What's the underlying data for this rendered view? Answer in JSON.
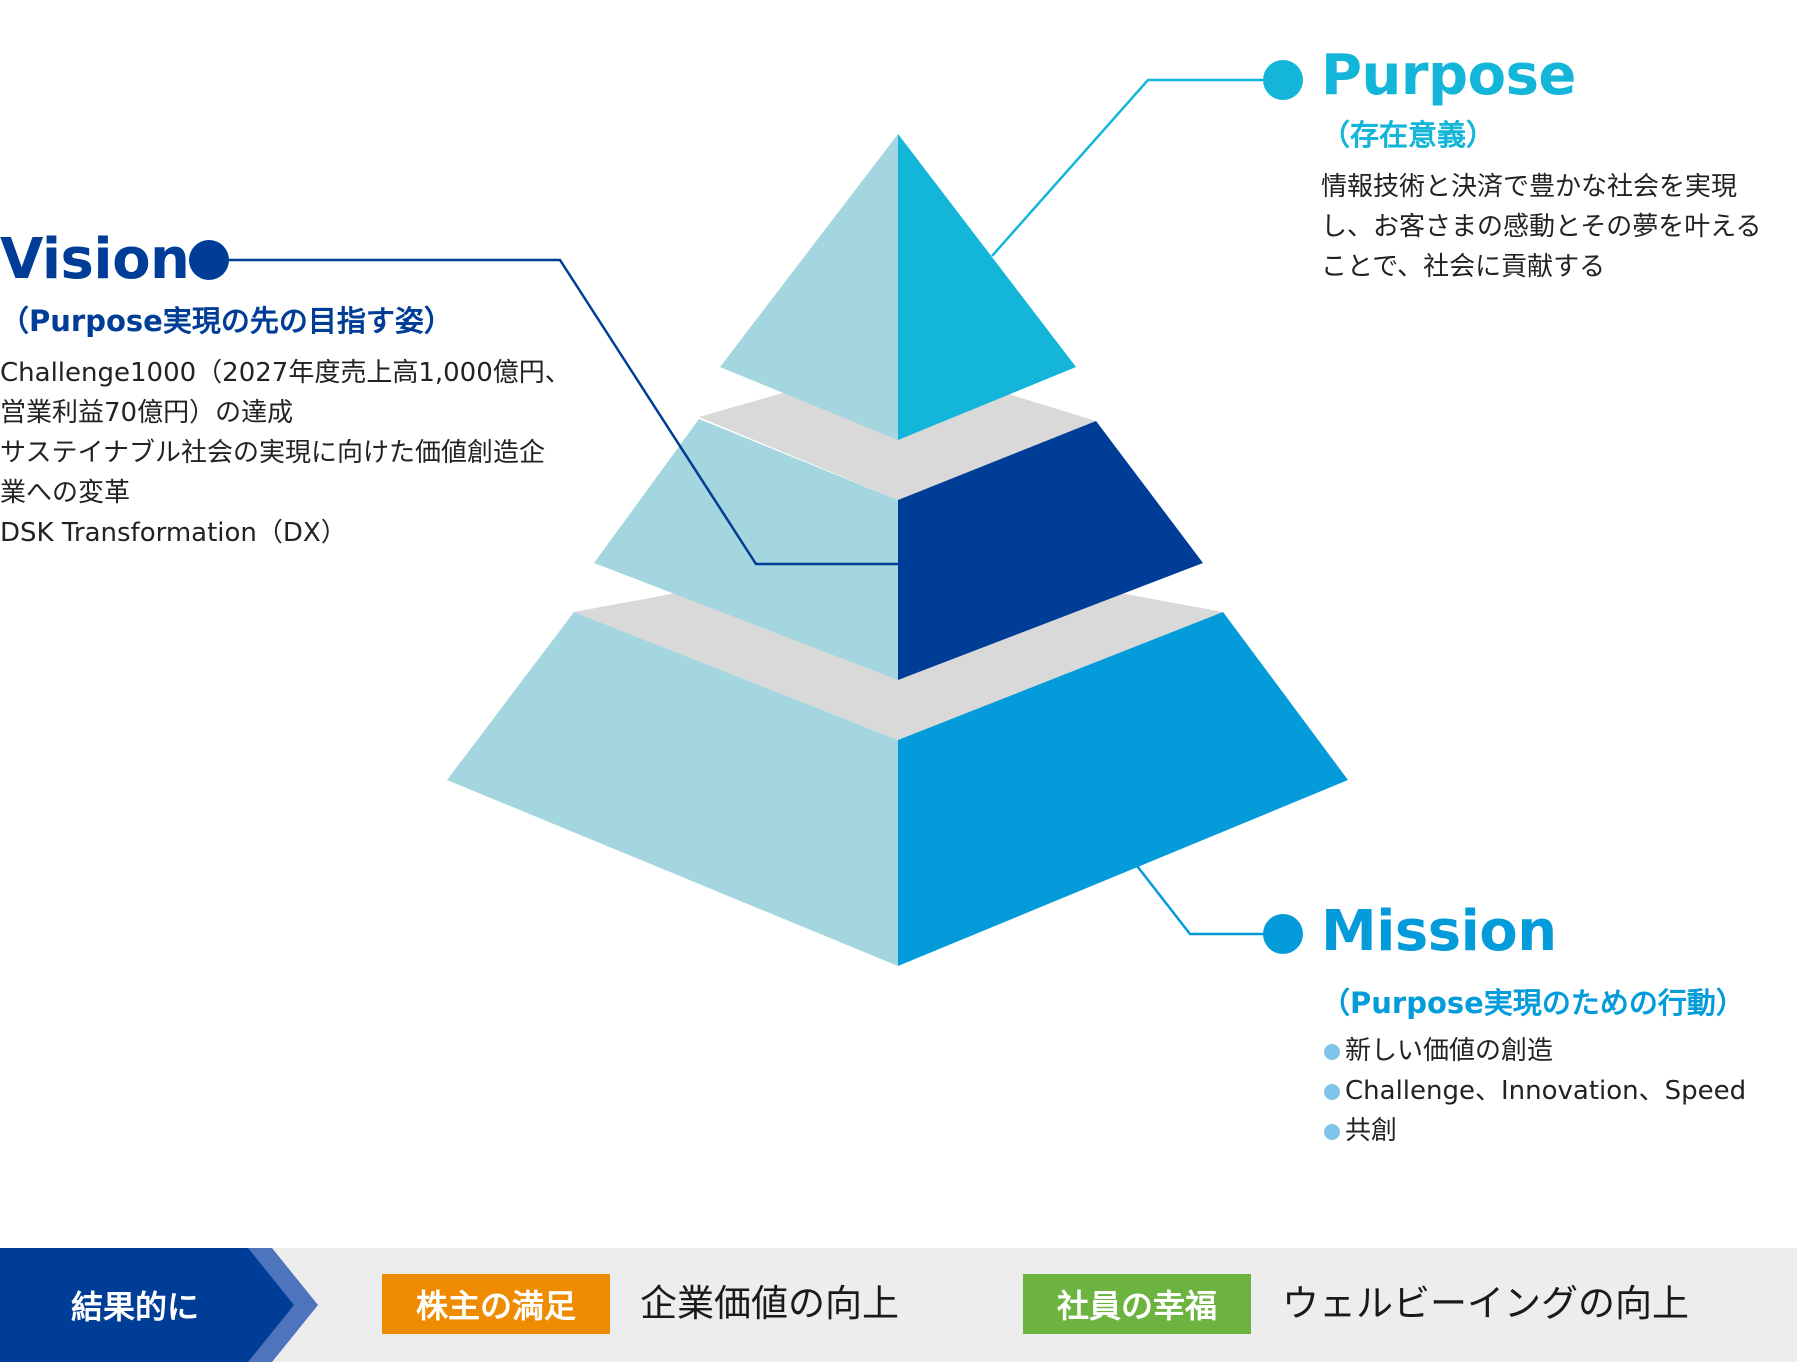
{
  "purpose": {
    "title": "Purpose",
    "subtitle": "（存在意義）",
    "lines": [
      "情報技術と決済で豊かな社会を実現",
      "し、お客さまの感動とその夢を叶える",
      "ことで、社会に貢献する"
    ]
  },
  "vision": {
    "title": "Vision",
    "subtitle": "（Purpose実現の先の目指す姿）",
    "lines": [
      "Challenge1000（2027年度売上高1,000億円、",
      "営業利益70億円）の達成",
      "サステイナブル社会の実現に向けた価値創造企",
      "業への変革",
      "DSK Transformation（DX）"
    ]
  },
  "mission": {
    "title": "Mission",
    "subtitle": "（Purpose実現のための行動）",
    "items": [
      "新しい価値の創造",
      "Challenge、Innovation、Speed",
      "共創"
    ]
  },
  "bottom_bar": {
    "result_label": "結果的に",
    "badge_shareholder": "株主の満足",
    "outcome_value": "企業価値の向上",
    "badge_employee": "社員の幸福",
    "outcome_wellbeing": "ウェルビーイングの向上"
  },
  "colors": {
    "purpose": "#13b5d8",
    "vision": "#003d96",
    "mission": "#039bd9",
    "pyramid_left": "#a3d6de",
    "band": "#d9d9d9",
    "result_arrow": "#003d96",
    "shareholder_badge": "#ef8b00",
    "employee_badge": "#6db33f"
  }
}
